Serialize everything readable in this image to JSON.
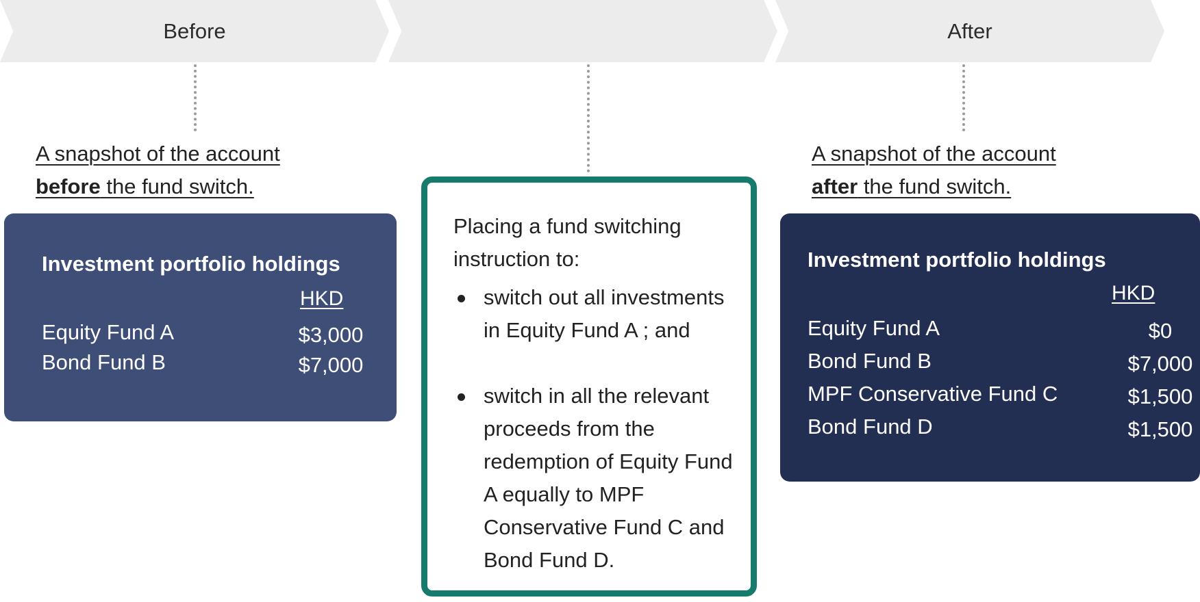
{
  "stages": {
    "before": "Before",
    "middle": "",
    "after": "After"
  },
  "captions": {
    "before": {
      "line1": "A snapshot of the account",
      "bold": "before",
      "rest": " the fund switch."
    },
    "after": {
      "line1": "A snapshot of the account",
      "bold": "after",
      "rest": " the fund switch."
    }
  },
  "portfolio_before": {
    "title": "Investment portfolio holdings",
    "currency": "HKD",
    "rows": [
      {
        "name": "Equity Fund A",
        "value": "$3,000"
      },
      {
        "name": "Bond Fund B",
        "value": "$7,000"
      }
    ]
  },
  "portfolio_after": {
    "title": "Investment portfolio holdings",
    "currency": "HKD",
    "rows": [
      {
        "name": "Equity Fund A",
        "value": "$0"
      },
      {
        "name": "Bond Fund B",
        "value": "$7,000"
      },
      {
        "name": "MPF Conservative Fund C",
        "value": "$1,500"
      },
      {
        "name": "Bond Fund D",
        "value": "$1,500"
      }
    ]
  },
  "instruction": {
    "intro": "Placing a fund switching instruction to:",
    "bullets": [
      "switch out all investments in Equity Fund A ; and",
      "switch in all the relevant proceeds from the redemption of Equity Fund A equally to MPF Conservative Fund C and Bond Fund D."
    ]
  },
  "colors": {
    "chevron": "#ececec",
    "before_panel": "#3e4e77",
    "after_panel": "#232f52",
    "instruction_border": "#167a6c"
  }
}
